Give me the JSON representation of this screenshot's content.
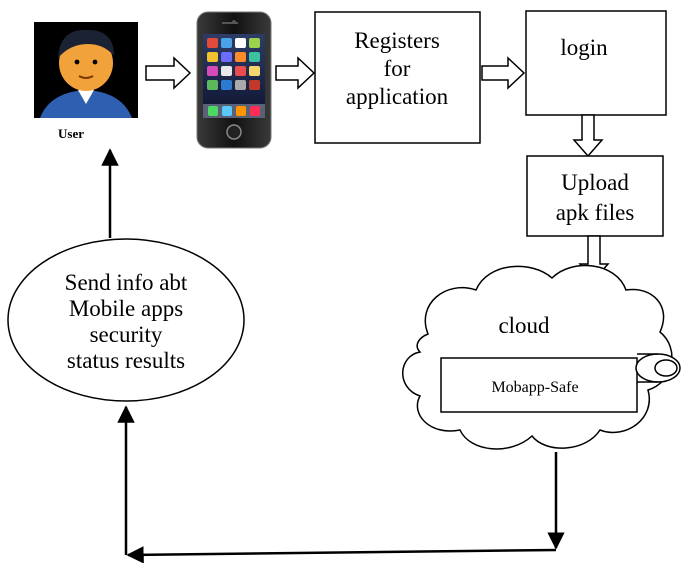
{
  "user": {
    "label": "User"
  },
  "boxes": {
    "register": [
      "Registers",
      "for",
      "application"
    ],
    "login": "login",
    "upload": [
      "Upload",
      "apk files"
    ]
  },
  "cloud": {
    "label": "cloud",
    "service": "Mobapp-Safe"
  },
  "ellipse": {
    "lines": [
      "Send info abt",
      "Mobile apps",
      "security",
      "status results"
    ]
  }
}
